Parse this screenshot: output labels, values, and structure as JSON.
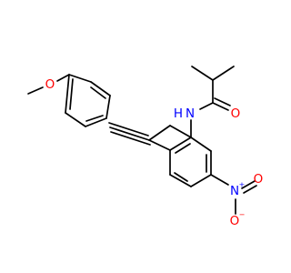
{
  "colors": {
    "carbon": "#000000",
    "nitrogen": "#0000ff",
    "oxygen": "#ff0000",
    "background": "#ffffff"
  },
  "atoms": {
    "methoxy_oxygen": "O",
    "amide_nitrogen": "N",
    "amide_hydrogen": "H",
    "carbonyl_oxygen": "O",
    "nitro_nitrogen": "N",
    "nitro_charge_plus": "+",
    "nitro_oxygen_single": "O",
    "nitro_charge_minus": "−",
    "nitro_oxygen_double": "O"
  }
}
